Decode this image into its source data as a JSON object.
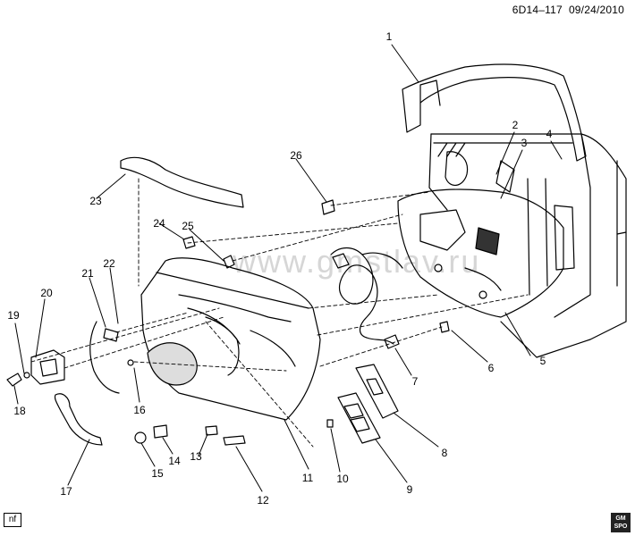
{
  "header": {
    "ref": "6D14–117",
    "date": "09/24/2010"
  },
  "footer": {
    "corner_tag": "nf",
    "logo_text": "GM SPO"
  },
  "watermark": "www.gmstlav.ru",
  "callouts": [
    "1",
    "2",
    "3",
    "4",
    "5",
    "6",
    "7",
    "8",
    "9",
    "10",
    "11",
    "12",
    "13",
    "14",
    "15",
    "16",
    "17",
    "18",
    "19",
    "20",
    "21",
    "22",
    "23",
    "24",
    "25",
    "26"
  ]
}
